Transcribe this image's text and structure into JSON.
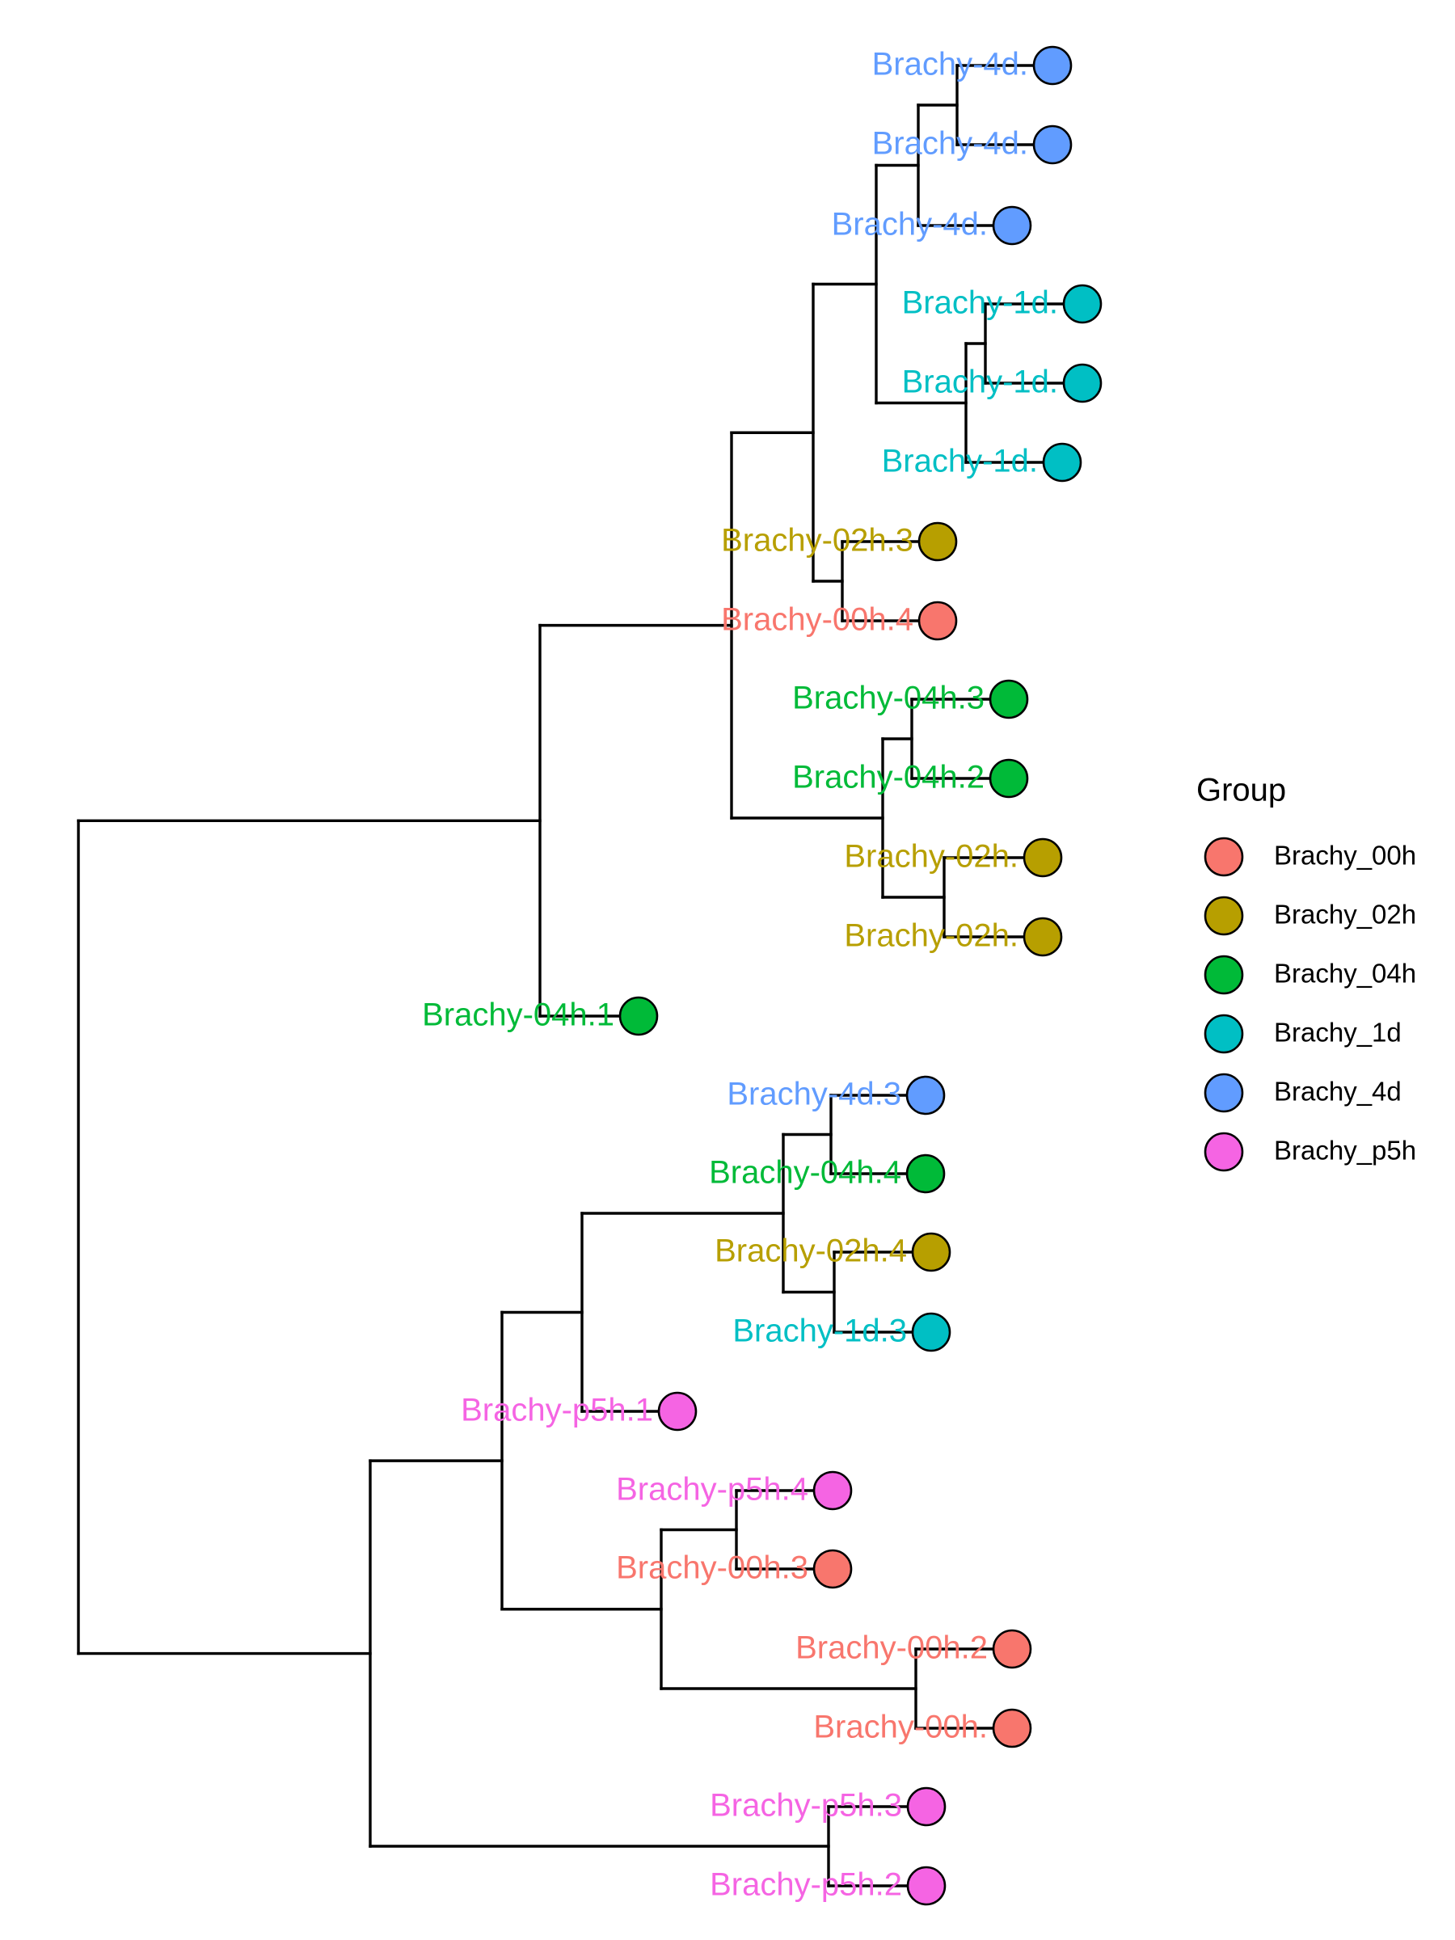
{
  "legend": {
    "title": "Group",
    "items": [
      {
        "label": "Brachy_00h",
        "color": "#F8766D"
      },
      {
        "label": "Brachy_02h",
        "color": "#B79F00"
      },
      {
        "label": "Brachy_04h",
        "color": "#00BA38"
      },
      {
        "label": "Brachy_1d",
        "color": "#00BFC4"
      },
      {
        "label": "Brachy_4d",
        "color": "#619CFF"
      },
      {
        "label": "Brachy_p5h",
        "color": "#F564E3"
      }
    ]
  },
  "tips": [
    {
      "label": "Brachy-4d.",
      "group": "Brachy_4d"
    },
    {
      "label": "Brachy-4d.",
      "group": "Brachy_4d"
    },
    {
      "label": "Brachy-4d.",
      "group": "Brachy_4d"
    },
    {
      "label": "Brachy-1d.",
      "group": "Brachy_1d"
    },
    {
      "label": "Brachy-1d.",
      "group": "Brachy_1d"
    },
    {
      "label": "Brachy-1d.",
      "group": "Brachy_1d"
    },
    {
      "label": "Brachy-02h.3",
      "group": "Brachy_02h"
    },
    {
      "label": "Brachy-00h.4",
      "group": "Brachy_00h"
    },
    {
      "label": "Brachy-04h.3",
      "group": "Brachy_04h"
    },
    {
      "label": "Brachy-04h.2",
      "group": "Brachy_04h"
    },
    {
      "label": "Brachy-02h.",
      "group": "Brachy_02h"
    },
    {
      "label": "Brachy-02h.",
      "group": "Brachy_02h"
    },
    {
      "label": "Brachy-04h.1",
      "group": "Brachy_04h"
    },
    {
      "label": "Brachy-4d.3",
      "group": "Brachy_4d"
    },
    {
      "label": "Brachy-04h.4",
      "group": "Brachy_04h"
    },
    {
      "label": "Brachy-02h.4",
      "group": "Brachy_02h"
    },
    {
      "label": "Brachy-1d.3",
      "group": "Brachy_1d"
    },
    {
      "label": "Brachy-p5h.1",
      "group": "Brachy_p5h"
    },
    {
      "label": "Brachy-p5h.4",
      "group": "Brachy_p5h"
    },
    {
      "label": "Brachy-00h.3",
      "group": "Brachy_00h"
    },
    {
      "label": "Brachy-00h.2",
      "group": "Brachy_00h"
    },
    {
      "label": "Brachy-00h.",
      "group": "Brachy_00h"
    },
    {
      "label": "Brachy-p5h.3",
      "group": "Brachy_p5h"
    },
    {
      "label": "Brachy-p5h.2",
      "group": "Brachy_p5h"
    }
  ]
}
